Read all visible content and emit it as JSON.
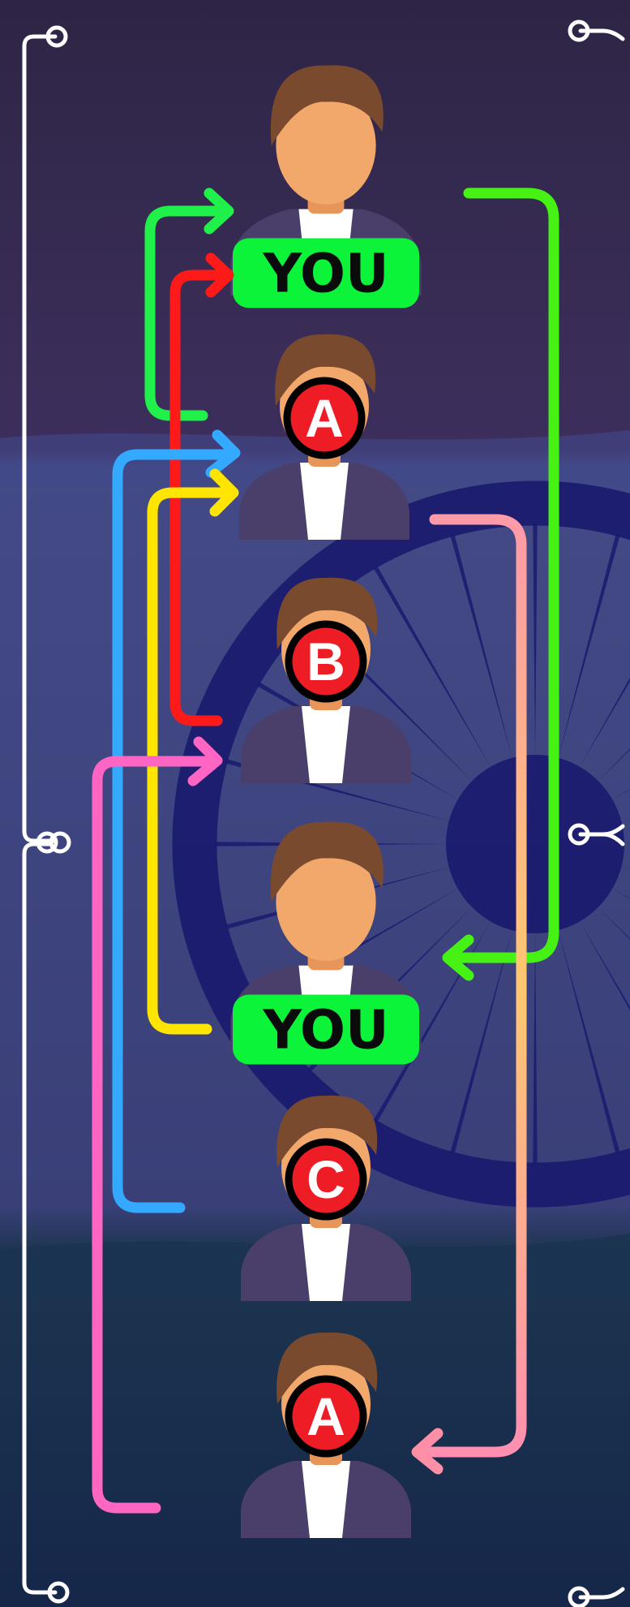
{
  "people": [
    {
      "id": "you-1",
      "tag": "YOU",
      "kind": "you"
    },
    {
      "id": "a-1",
      "tag": "A",
      "kind": "letter"
    },
    {
      "id": "b",
      "tag": "B",
      "kind": "letter"
    },
    {
      "id": "you-2",
      "tag": "YOU",
      "kind": "you"
    },
    {
      "id": "c",
      "tag": "C",
      "kind": "letter"
    },
    {
      "id": "a-2",
      "tag": "A",
      "kind": "letter"
    }
  ],
  "colors": {
    "you_badge": "#0cf43a",
    "letter_badge": "#ee1c24",
    "arrow_green_left": "#1ff04a",
    "arrow_red": "#ff1a1a",
    "arrow_blue": "#33aaff",
    "arrow_yellow": "#ffe500",
    "arrow_pink": "#ff66c4",
    "arrow_green_right": "#45f213",
    "arrow_orange_gradient": [
      "#ff8fa6",
      "#ffc36e"
    ],
    "brackets": "#ffffff",
    "background_top": "#3a2f5c",
    "background_band": "#3f4480",
    "background_bottom": "#162448",
    "chakra": "#1a1a6e"
  },
  "arrows": [
    {
      "color": "green-left",
      "from": "a-1",
      "to": "you-1"
    },
    {
      "color": "red",
      "from": "b",
      "to": "you-1"
    },
    {
      "color": "blue",
      "from": "c",
      "to": "a-1"
    },
    {
      "color": "yellow",
      "from": "you-2",
      "to": "a-1"
    },
    {
      "color": "pink",
      "from": "a-2",
      "to": "b"
    },
    {
      "color": "green-right",
      "from": "you-1",
      "to": "you-2"
    },
    {
      "color": "orange",
      "from": "a-1",
      "to": "a-2"
    }
  ]
}
